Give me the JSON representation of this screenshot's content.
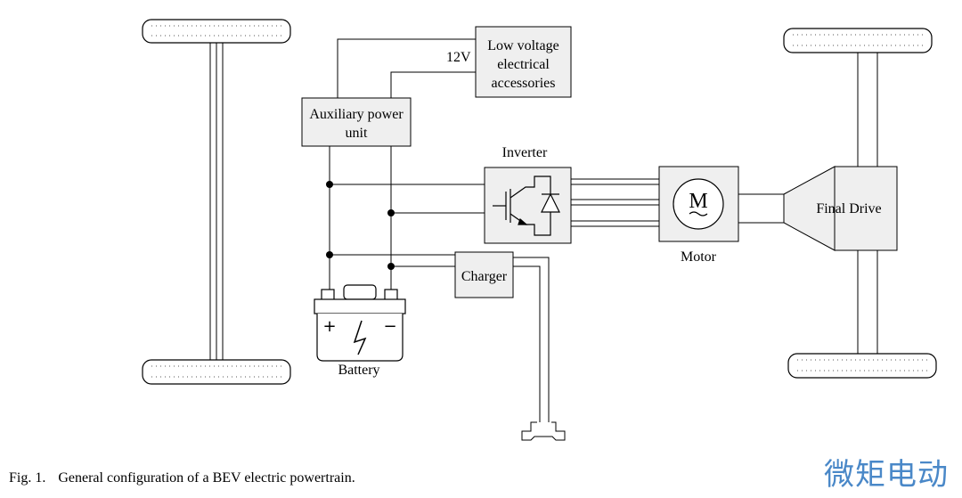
{
  "labels": {
    "low_voltage": [
      "Low voltage",
      "electrical",
      "accessories"
    ],
    "voltage_12v": "12V",
    "aux_power_unit": [
      "Auxiliary power",
      "unit"
    ],
    "inverter": "Inverter",
    "motor": "Motor",
    "final_drive": "Final Drive",
    "charger": "Charger",
    "battery": "Battery",
    "motor_symbol": "M",
    "battery_plus": "+",
    "battery_minus": "−"
  },
  "caption": {
    "fig_number": "Fig. 1.",
    "text": "General configuration of a BEV electric powertrain."
  },
  "watermark": "微矩电动"
}
